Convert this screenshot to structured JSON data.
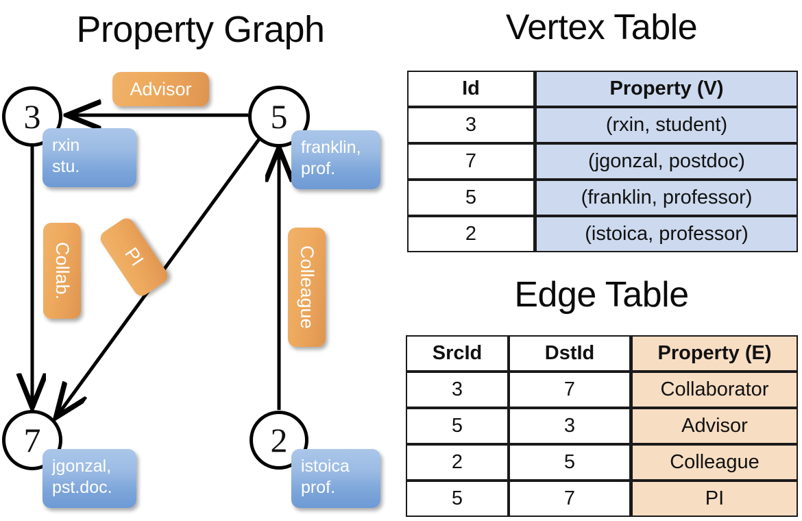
{
  "titles": {
    "property_graph": "Property Graph",
    "vertex_table": "Vertex Table",
    "edge_table": "Edge Table"
  },
  "graph": {
    "nodes": [
      {
        "id": "3",
        "property_lines": [
          "rxin",
          "stu."
        ]
      },
      {
        "id": "5",
        "property_lines": [
          "franklin,",
          "prof."
        ]
      },
      {
        "id": "7",
        "property_lines": [
          "jgonzal,",
          "pst.doc."
        ]
      },
      {
        "id": "2",
        "property_lines": [
          "istoica",
          "prof."
        ]
      }
    ],
    "edge_labels": [
      {
        "label": "Advisor",
        "from": "5",
        "to": "3"
      },
      {
        "label": "Collab.",
        "from": "3",
        "to": "7"
      },
      {
        "label": "PI",
        "from": "5",
        "to": "7"
      },
      {
        "label": "Colleague",
        "from": "2",
        "to": "5"
      }
    ]
  },
  "vertex_table": {
    "headers": [
      "Id",
      "Property (V)"
    ],
    "rows": [
      {
        "id": "3",
        "property": "(rxin, student)"
      },
      {
        "id": "7",
        "property": "(jgonzal, postdoc)"
      },
      {
        "id": "5",
        "property": "(franklin, professor)"
      },
      {
        "id": "2",
        "property": "(istoica, professor)"
      }
    ]
  },
  "edge_table": {
    "headers": [
      "SrcId",
      "DstId",
      "Property (E)"
    ],
    "rows": [
      {
        "src": "3",
        "dst": "7",
        "property": "Collaborator"
      },
      {
        "src": "5",
        "dst": "3",
        "property": "Advisor"
      },
      {
        "src": "2",
        "dst": "5",
        "property": "Colleague"
      },
      {
        "src": "5",
        "dst": "7",
        "property": "PI"
      }
    ]
  },
  "colors": {
    "vertex_property_fill": "#ccd9ee",
    "edge_property_fill": "#f7ddc2",
    "vertex_box_blue": "#7da6da",
    "edge_label_orange": "#eeaa5e",
    "stroke": "#000000",
    "background": "#ffffff"
  }
}
